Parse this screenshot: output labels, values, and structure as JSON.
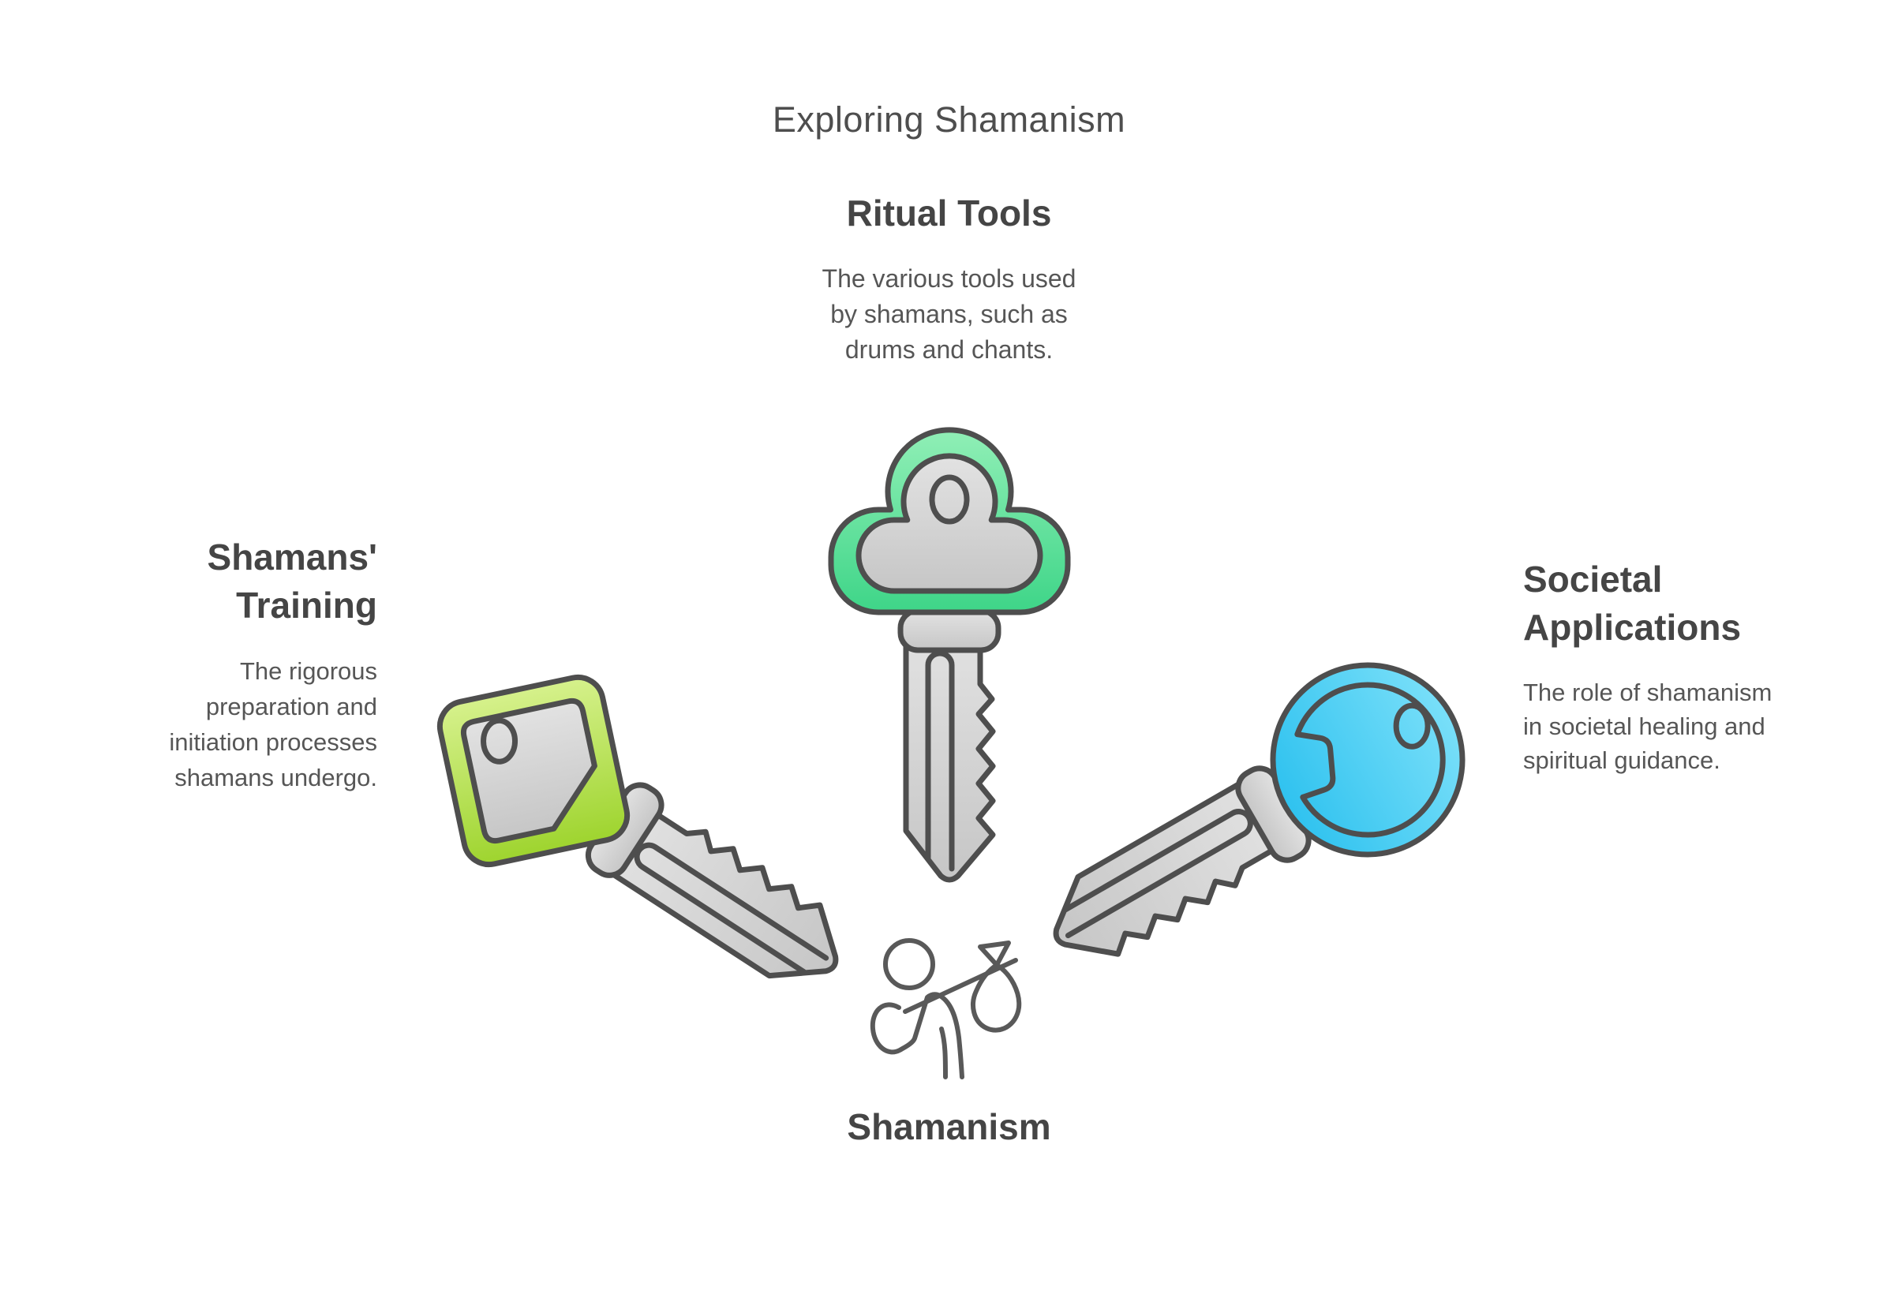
{
  "header": {
    "title": "Exploring Shamanism"
  },
  "sections": [
    {
      "id": "ritual-tools",
      "title": "Ritual Tools",
      "description": "The various tools used\nby shamans, such as\ndrums and chants.",
      "key": {
        "shape": "cloud-head-key",
        "direction": "pointing-down",
        "color_name": "green",
        "color_top": "#90EFB6",
        "color_bottom": "#3ED588"
      }
    },
    {
      "id": "shamans-training",
      "title": "Shamans'\nTraining",
      "description": "The rigorous\npreparation and\ninitiation processes\nshamans undergo.",
      "key": {
        "shape": "square-head-key",
        "direction": "pointing-down-right",
        "color_name": "lime",
        "color_top": "#D6F18C",
        "color_bottom": "#9ED42E"
      }
    },
    {
      "id": "societal-applications",
      "title": "Societal\nApplications",
      "description": "The role of shamanism\nin societal healing and\nspiritual guidance.",
      "key": {
        "shape": "round-head-key",
        "direction": "pointing-down-left",
        "color_name": "blue",
        "color_top": "#79DFF9",
        "color_bottom": "#2FC2EF"
      }
    }
  ],
  "center": {
    "label": "Shamanism",
    "icon": "person-with-bindle"
  },
  "palette": {
    "background": "#FFFFFF",
    "outline": "#4E4E4E",
    "metal_top": "#E2E2E2",
    "metal_bottom": "#C6C6C6",
    "heading_text": "#454545",
    "body_text": "#565656",
    "figure_stroke": "#595959"
  }
}
